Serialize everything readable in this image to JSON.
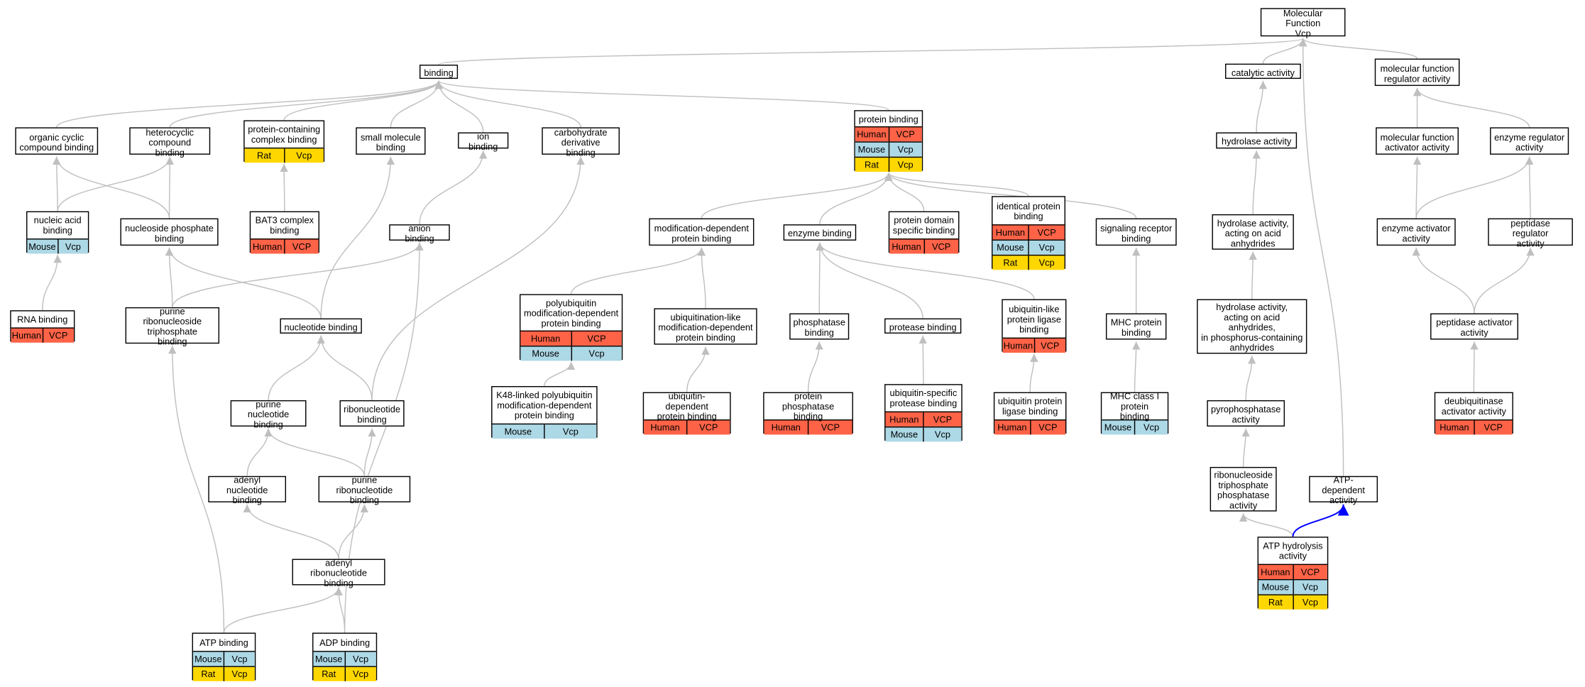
{
  "colors": {
    "human": "#ff6347",
    "mouse": "#add8e6",
    "rat": "#ffd700",
    "edge": "#bfbfbf",
    "highlight_edge": "#0000ff"
  },
  "nodes": [
    {
      "id": "mf_vcp",
      "label": "Molecular Function\nVcp",
      "rows": []
    },
    {
      "id": "binding",
      "label": "binding",
      "rows": []
    },
    {
      "id": "catalytic",
      "label": "catalytic activity",
      "rows": []
    },
    {
      "id": "mfreg",
      "label": "molecular function\nregulator activity",
      "rows": []
    },
    {
      "id": "org_cyclic",
      "label": "organic cyclic\ncompound binding",
      "rows": []
    },
    {
      "id": "heterocyclic",
      "label": "heterocyclic\ncompound binding",
      "rows": []
    },
    {
      "id": "protein_complex",
      "label": "protein-containing\ncomplex binding",
      "rows": [
        [
          "Rat",
          "Vcp"
        ]
      ]
    },
    {
      "id": "small_mol",
      "label": "small molecule\nbinding",
      "rows": []
    },
    {
      "id": "ion",
      "label": "ion binding",
      "rows": []
    },
    {
      "id": "carbo",
      "label": "carbohydrate\nderivative binding",
      "rows": []
    },
    {
      "id": "protein_binding",
      "label": "protein binding",
      "rows": [
        [
          "Human",
          "VCP"
        ],
        [
          "Mouse",
          "Vcp"
        ],
        [
          "Rat",
          "Vcp"
        ]
      ]
    },
    {
      "id": "hydrolase",
      "label": "hydrolase activity",
      "rows": []
    },
    {
      "id": "mf_activator",
      "label": "molecular function\nactivator activity",
      "rows": []
    },
    {
      "id": "enz_reg",
      "label": "enzyme regulator\nactivity",
      "rows": []
    },
    {
      "id": "nucleic_acid",
      "label": "nucleic acid\nbinding",
      "rows": [
        [
          "Mouse",
          "Vcp"
        ]
      ]
    },
    {
      "id": "nucleoside_phosphate",
      "label": "nucleoside phosphate\nbinding",
      "rows": []
    },
    {
      "id": "bat3",
      "label": "BAT3 complex\nbinding",
      "rows": [
        [
          "Human",
          "VCP"
        ]
      ]
    },
    {
      "id": "anion",
      "label": "anion binding",
      "rows": []
    },
    {
      "id": "mod_dep",
      "label": "modification-dependent\nprotein binding",
      "rows": []
    },
    {
      "id": "enzyme_binding",
      "label": "enzyme binding",
      "rows": []
    },
    {
      "id": "domain_specific",
      "label": "protein domain\nspecific binding",
      "rows": [
        [
          "Human",
          "VCP"
        ]
      ]
    },
    {
      "id": "identical",
      "label": "identical protein\nbinding",
      "rows": [
        [
          "Human",
          "VCP"
        ],
        [
          "Mouse",
          "Vcp"
        ],
        [
          "Rat",
          "Vcp"
        ]
      ]
    },
    {
      "id": "signaling",
      "label": "signaling receptor\nbinding",
      "rows": []
    },
    {
      "id": "hydrolase_anhyd",
      "label": "hydrolase activity,\nacting on acid\nanhydrides",
      "rows": []
    },
    {
      "id": "enz_activator",
      "label": "enzyme activator\nactivity",
      "rows": []
    },
    {
      "id": "pep_reg",
      "label": "peptidase regulator\nactivity",
      "rows": []
    },
    {
      "id": "rna",
      "label": "RNA binding",
      "rows": [
        [
          "Human",
          "VCP"
        ]
      ]
    },
    {
      "id": "purine_rnt",
      "label": "purine ribonucleoside\ntriphosphate\nbinding",
      "rows": []
    },
    {
      "id": "nucleotide",
      "label": "nucleotide binding",
      "rows": []
    },
    {
      "id": "polyubiq",
      "label": "polyubiquitin\nmodification-dependent\nprotein binding",
      "rows": [
        [
          "Human",
          "VCP"
        ],
        [
          "Mouse",
          "Vcp"
        ]
      ]
    },
    {
      "id": "ubiq_like_mod",
      "label": "ubiquitination-like\nmodification-dependent\nprotein binding",
      "rows": []
    },
    {
      "id": "phosphatase_b",
      "label": "phosphatase\nbinding",
      "rows": []
    },
    {
      "id": "protease_b",
      "label": "protease binding",
      "rows": []
    },
    {
      "id": "ubiq_ligase",
      "label": "ubiquitin-like\nprotein ligase\nbinding",
      "rows": [
        [
          "Human",
          "VCP"
        ]
      ]
    },
    {
      "id": "mhc",
      "label": "MHC protein\nbinding",
      "rows": []
    },
    {
      "id": "hydrolase_phos",
      "label": "hydrolase activity,\nacting on acid\nanhydrides,\nin phosphorus-containing\nanhydrides",
      "rows": []
    },
    {
      "id": "pep_activator",
      "label": "peptidase activator\nactivity",
      "rows": []
    },
    {
      "id": "purine_nt",
      "label": "purine nucleotide\nbinding",
      "rows": []
    },
    {
      "id": "ribonucleotide",
      "label": "ribonucleotide\nbinding",
      "rows": []
    },
    {
      "id": "k48",
      "label": "K48-linked polyubiquitin\nmodification-dependent\nprotein binding",
      "rows": [
        [
          "Mouse",
          "Vcp"
        ]
      ]
    },
    {
      "id": "ubiq_dep",
      "label": "ubiquitin-dependent\nprotein binding",
      "rows": [
        [
          "Human",
          "VCP"
        ]
      ]
    },
    {
      "id": "prot_phosphatase",
      "label": "protein phosphatase\nbinding",
      "rows": [
        [
          "Human",
          "VCP"
        ]
      ]
    },
    {
      "id": "ubiq_protease",
      "label": "ubiquitin-specific\nprotease binding",
      "rows": [
        [
          "Human",
          "VCP"
        ],
        [
          "Mouse",
          "Vcp"
        ]
      ]
    },
    {
      "id": "ubiq_prot_ligase",
      "label": "ubiquitin protein\nligase binding",
      "rows": [
        [
          "Human",
          "VCP"
        ]
      ]
    },
    {
      "id": "mhc1",
      "label": "MHC class I\nprotein binding",
      "rows": [
        [
          "Mouse",
          "Vcp"
        ]
      ]
    },
    {
      "id": "pyrophosphatase",
      "label": "pyrophosphatase\nactivity",
      "rows": []
    },
    {
      "id": "deubiq",
      "label": "deubiquitinase\nactivator activity",
      "rows": [
        [
          "Human",
          "VCP"
        ]
      ]
    },
    {
      "id": "adenyl_nt",
      "label": "adenyl nucleotide\nbinding",
      "rows": []
    },
    {
      "id": "purine_rnt2",
      "label": "purine ribonucleotide\nbinding",
      "rows": []
    },
    {
      "id": "rntp_phosphatase",
      "label": "ribonucleoside\ntriphosphate\nphosphatase\nactivity",
      "rows": []
    },
    {
      "id": "atp_dep",
      "label": "ATP-dependent\nactivity",
      "rows": []
    },
    {
      "id": "atp_hydrolysis",
      "label": "ATP hydrolysis\nactivity",
      "rows": [
        [
          "Human",
          "VCP"
        ],
        [
          "Mouse",
          "Vcp"
        ],
        [
          "Rat",
          "Vcp"
        ]
      ]
    },
    {
      "id": "adenyl_rnt",
      "label": "adenyl ribonucleotide\nbinding",
      "rows": []
    },
    {
      "id": "atp",
      "label": "ATP binding",
      "rows": [
        [
          "Mouse",
          "Vcp"
        ],
        [
          "Rat",
          "Vcp"
        ]
      ]
    },
    {
      "id": "adp",
      "label": "ADP binding",
      "rows": [
        [
          "Mouse",
          "Vcp"
        ],
        [
          "Rat",
          "Vcp"
        ]
      ]
    }
  ],
  "edges": [
    [
      "binding",
      "mf_vcp"
    ],
    [
      "catalytic",
      "mf_vcp"
    ],
    [
      "mfreg",
      "mf_vcp"
    ],
    [
      "atp_dep",
      "mf_vcp"
    ],
    [
      "org_cyclic",
      "binding"
    ],
    [
      "heterocyclic",
      "binding"
    ],
    [
      "protein_complex",
      "binding"
    ],
    [
      "small_mol",
      "binding"
    ],
    [
      "ion",
      "binding"
    ],
    [
      "carbo",
      "binding"
    ],
    [
      "protein_binding",
      "binding"
    ],
    [
      "hydrolase",
      "catalytic"
    ],
    [
      "mf_activator",
      "mfreg"
    ],
    [
      "enz_reg",
      "mfreg"
    ],
    [
      "nucleic_acid",
      "org_cyclic"
    ],
    [
      "nucleic_acid",
      "heterocyclic"
    ],
    [
      "nucleoside_phosphate",
      "org_cyclic"
    ],
    [
      "nucleoside_phosphate",
      "heterocyclic"
    ],
    [
      "bat3",
      "protein_complex"
    ],
    [
      "anion",
      "ion"
    ],
    [
      "nucleotide",
      "small_mol"
    ],
    [
      "ribonucleotide",
      "carbo"
    ],
    [
      "mod_dep",
      "protein_binding"
    ],
    [
      "enzyme_binding",
      "protein_binding"
    ],
    [
      "domain_specific",
      "protein_binding"
    ],
    [
      "identical",
      "protein_binding"
    ],
    [
      "signaling",
      "protein_binding"
    ],
    [
      "hydrolase_anhyd",
      "hydrolase"
    ],
    [
      "enz_activator",
      "mf_activator"
    ],
    [
      "enz_activator",
      "enz_reg"
    ],
    [
      "pep_reg",
      "enz_reg"
    ],
    [
      "rna",
      "nucleic_acid"
    ],
    [
      "purine_rnt",
      "nucleoside_phosphate"
    ],
    [
      "purine_rnt",
      "anion"
    ],
    [
      "nucleotide",
      "nucleoside_phosphate"
    ],
    [
      "polyubiq",
      "mod_dep"
    ],
    [
      "ubiq_like_mod",
      "mod_dep"
    ],
    [
      "phosphatase_b",
      "enzyme_binding"
    ],
    [
      "protease_b",
      "enzyme_binding"
    ],
    [
      "ubiq_ligase",
      "enzyme_binding"
    ],
    [
      "mhc",
      "signaling"
    ],
    [
      "hydrolase_phos",
      "hydrolase_anhyd"
    ],
    [
      "pep_activator",
      "enz_activator"
    ],
    [
      "pep_activator",
      "pep_reg"
    ],
    [
      "purine_nt",
      "nucleotide"
    ],
    [
      "ribonucleotide",
      "nucleotide"
    ],
    [
      "k48",
      "polyubiq"
    ],
    [
      "ubiq_dep",
      "ubiq_like_mod"
    ],
    [
      "prot_phosphatase",
      "phosphatase_b"
    ],
    [
      "ubiq_protease",
      "protease_b"
    ],
    [
      "ubiq_prot_ligase",
      "ubiq_ligase"
    ],
    [
      "mhc1",
      "mhc"
    ],
    [
      "pyrophosphatase",
      "hydrolase_phos"
    ],
    [
      "deubiq",
      "pep_activator"
    ],
    [
      "adenyl_nt",
      "purine_nt"
    ],
    [
      "purine_rnt2",
      "purine_nt"
    ],
    [
      "purine_rnt2",
      "ribonucleotide"
    ],
    [
      "rntp_phosphatase",
      "pyrophosphatase"
    ],
    [
      "atp_hydrolysis",
      "rntp_phosphatase"
    ],
    [
      "atp_hydrolysis",
      "atp_dep",
      "highlight"
    ],
    [
      "adenyl_rnt",
      "adenyl_nt"
    ],
    [
      "adenyl_rnt",
      "purine_rnt2"
    ],
    [
      "atp",
      "adenyl_rnt"
    ],
    [
      "atp",
      "purine_rnt"
    ],
    [
      "adp",
      "adenyl_rnt"
    ],
    [
      "adp",
      "anion"
    ]
  ]
}
